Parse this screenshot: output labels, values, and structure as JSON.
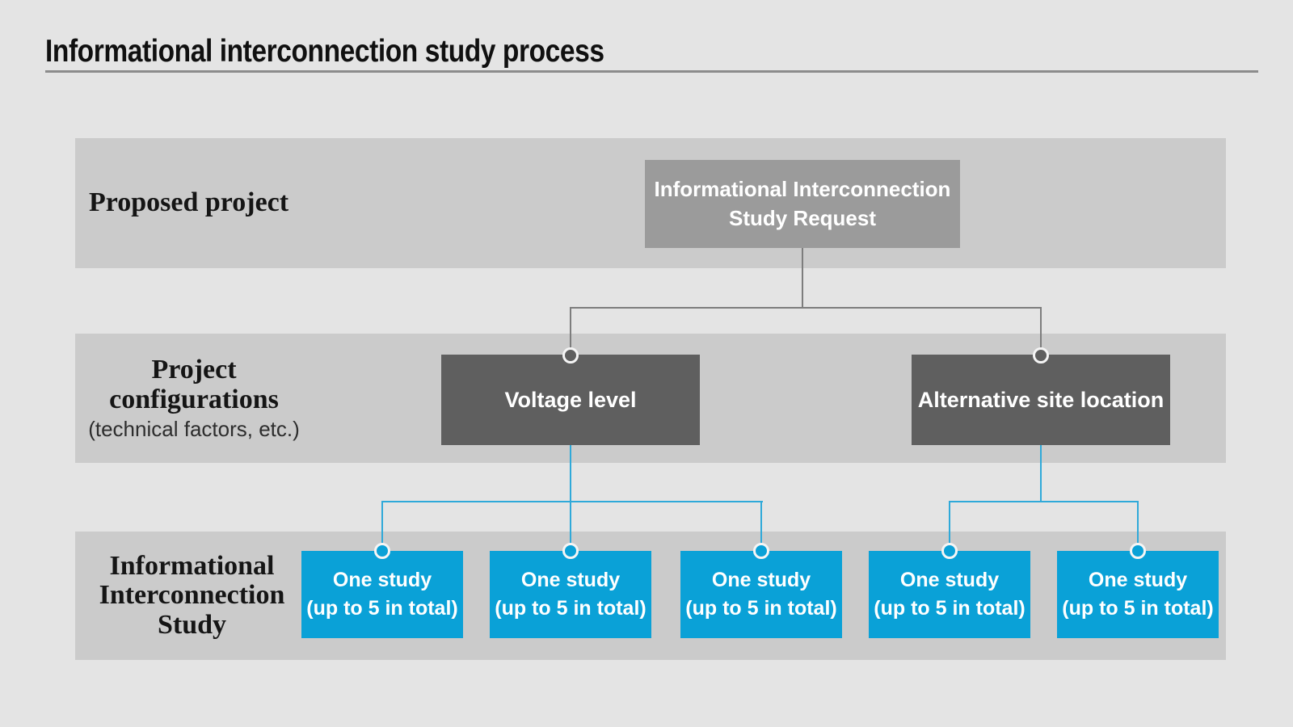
{
  "title": "Informational interconnection study process",
  "colors": {
    "page_background": "#e4e4e4",
    "row_band": "#cbcbcb",
    "request_box": "#9b9b9b",
    "config_box": "#5f5f5f",
    "study_box_blue": "#0aa1d7",
    "connector_gray": "#7d7d7d",
    "connector_blue": "#2fa9d9",
    "title_rule": "#8c8c8c",
    "box_text": "#ffffff",
    "label_text": "#151515"
  },
  "proposed_row": {
    "label": "Proposed project",
    "box": {
      "line1": "Informational Interconnection",
      "line2": "Study Request"
    }
  },
  "config_row": {
    "label_line1": "Project",
    "label_line2": "configurations",
    "sublabel": "(technical factors, etc.)",
    "box_left": "Voltage level",
    "box_right": "Alternative site location"
  },
  "study_row": {
    "label_line1": "Informational",
    "label_line2": "Interconnection",
    "label_line3": "Study",
    "boxes": [
      {
        "line1": "One study",
        "line2": "(up to 5 in total)"
      },
      {
        "line1": "One study",
        "line2": "(up to 5 in total)"
      },
      {
        "line1": "One study",
        "line2": "(up to 5 in total)"
      },
      {
        "line1": "One study",
        "line2": "(up to 5 in total)"
      },
      {
        "line1": "One study",
        "line2": "(up to 5 in total)"
      }
    ]
  }
}
